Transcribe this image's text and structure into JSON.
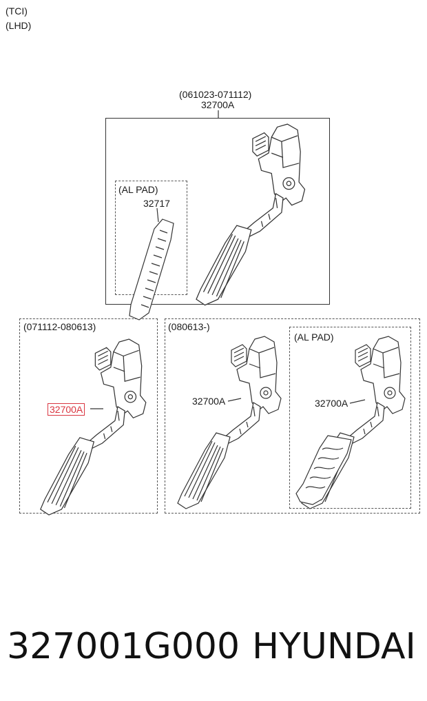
{
  "header": {
    "line1": "(TCI)",
    "line2": "(LHD)"
  },
  "top_group": {
    "range": "(061023-071112)",
    "part": "32700A",
    "inset": {
      "label": "(AL PAD)",
      "part": "32717"
    }
  },
  "left_group": {
    "range": "(071112-080613)",
    "part": "32700A",
    "highlight_color": "#d9343f"
  },
  "right_group": {
    "range": "(080613-)",
    "part": "32700A",
    "inset": {
      "label": "(AL PAD)",
      "part": "32700A"
    }
  },
  "footer": {
    "part_number": "327001G000",
    "brand": "HYUNDAI"
  }
}
